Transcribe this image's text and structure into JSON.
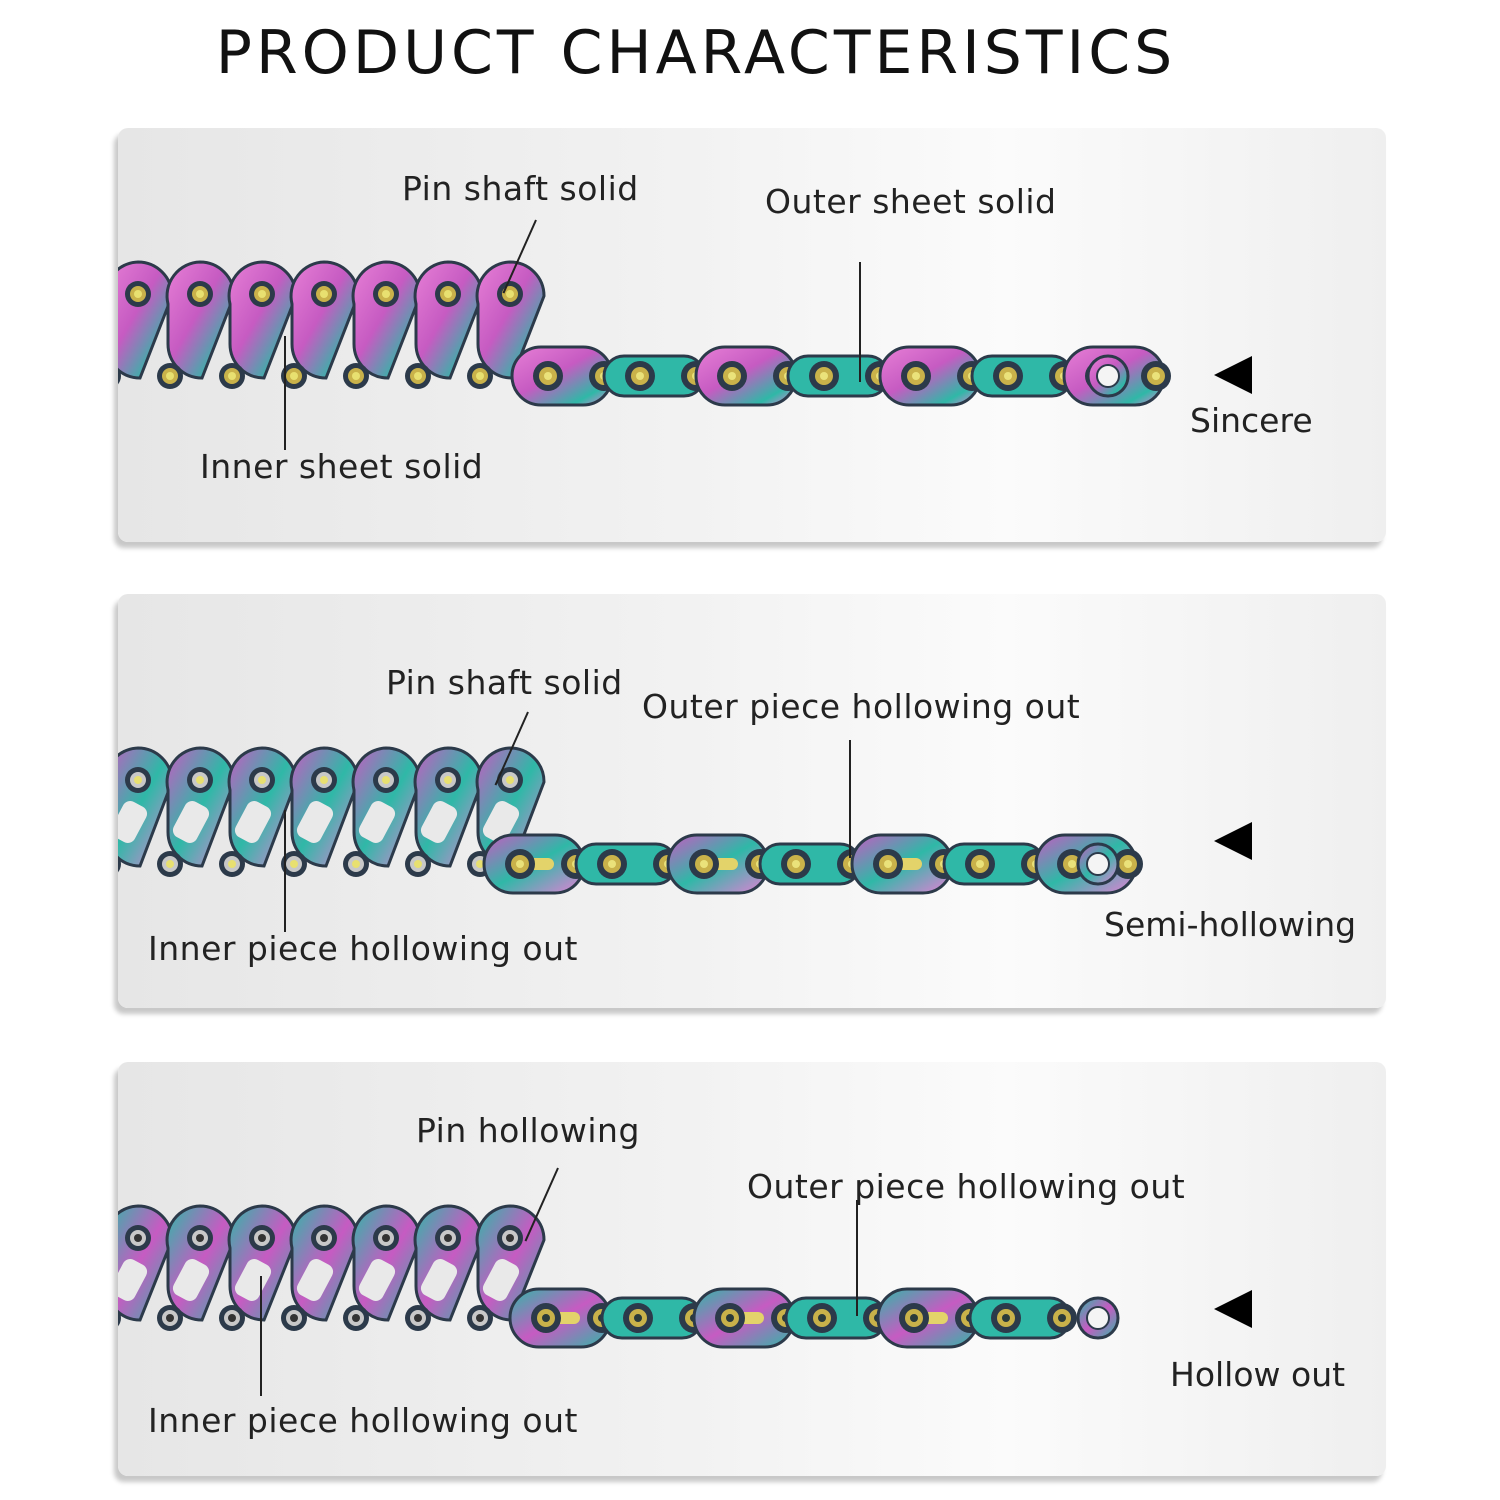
{
  "title": "PRODUCT CHARACTERISTICS",
  "chain_colors": {
    "purple": "#c65bc2",
    "pink": "#e77fd6",
    "teal": "#2fb8a7",
    "gold": "#c9b24a",
    "dark": "#2c3a4a"
  },
  "panels": [
    {
      "type_label": "Sincere",
      "pin_label": "Pin shaft solid",
      "outer_label": "Outer sheet solid",
      "inner_label": "Inner sheet solid",
      "arrow_icon": "left-triangle-icon"
    },
    {
      "type_label": "Semi-hollowing",
      "pin_label": "Pin shaft solid",
      "outer_label": "Outer piece hollowing out",
      "inner_label": "Inner piece hollowing out",
      "arrow_icon": "left-triangle-icon"
    },
    {
      "type_label": "Hollow out",
      "pin_label": "Pin hollowing",
      "outer_label": "Outer piece hollowing out",
      "inner_label": "Inner piece hollowing out",
      "arrow_icon": "left-triangle-icon"
    }
  ]
}
